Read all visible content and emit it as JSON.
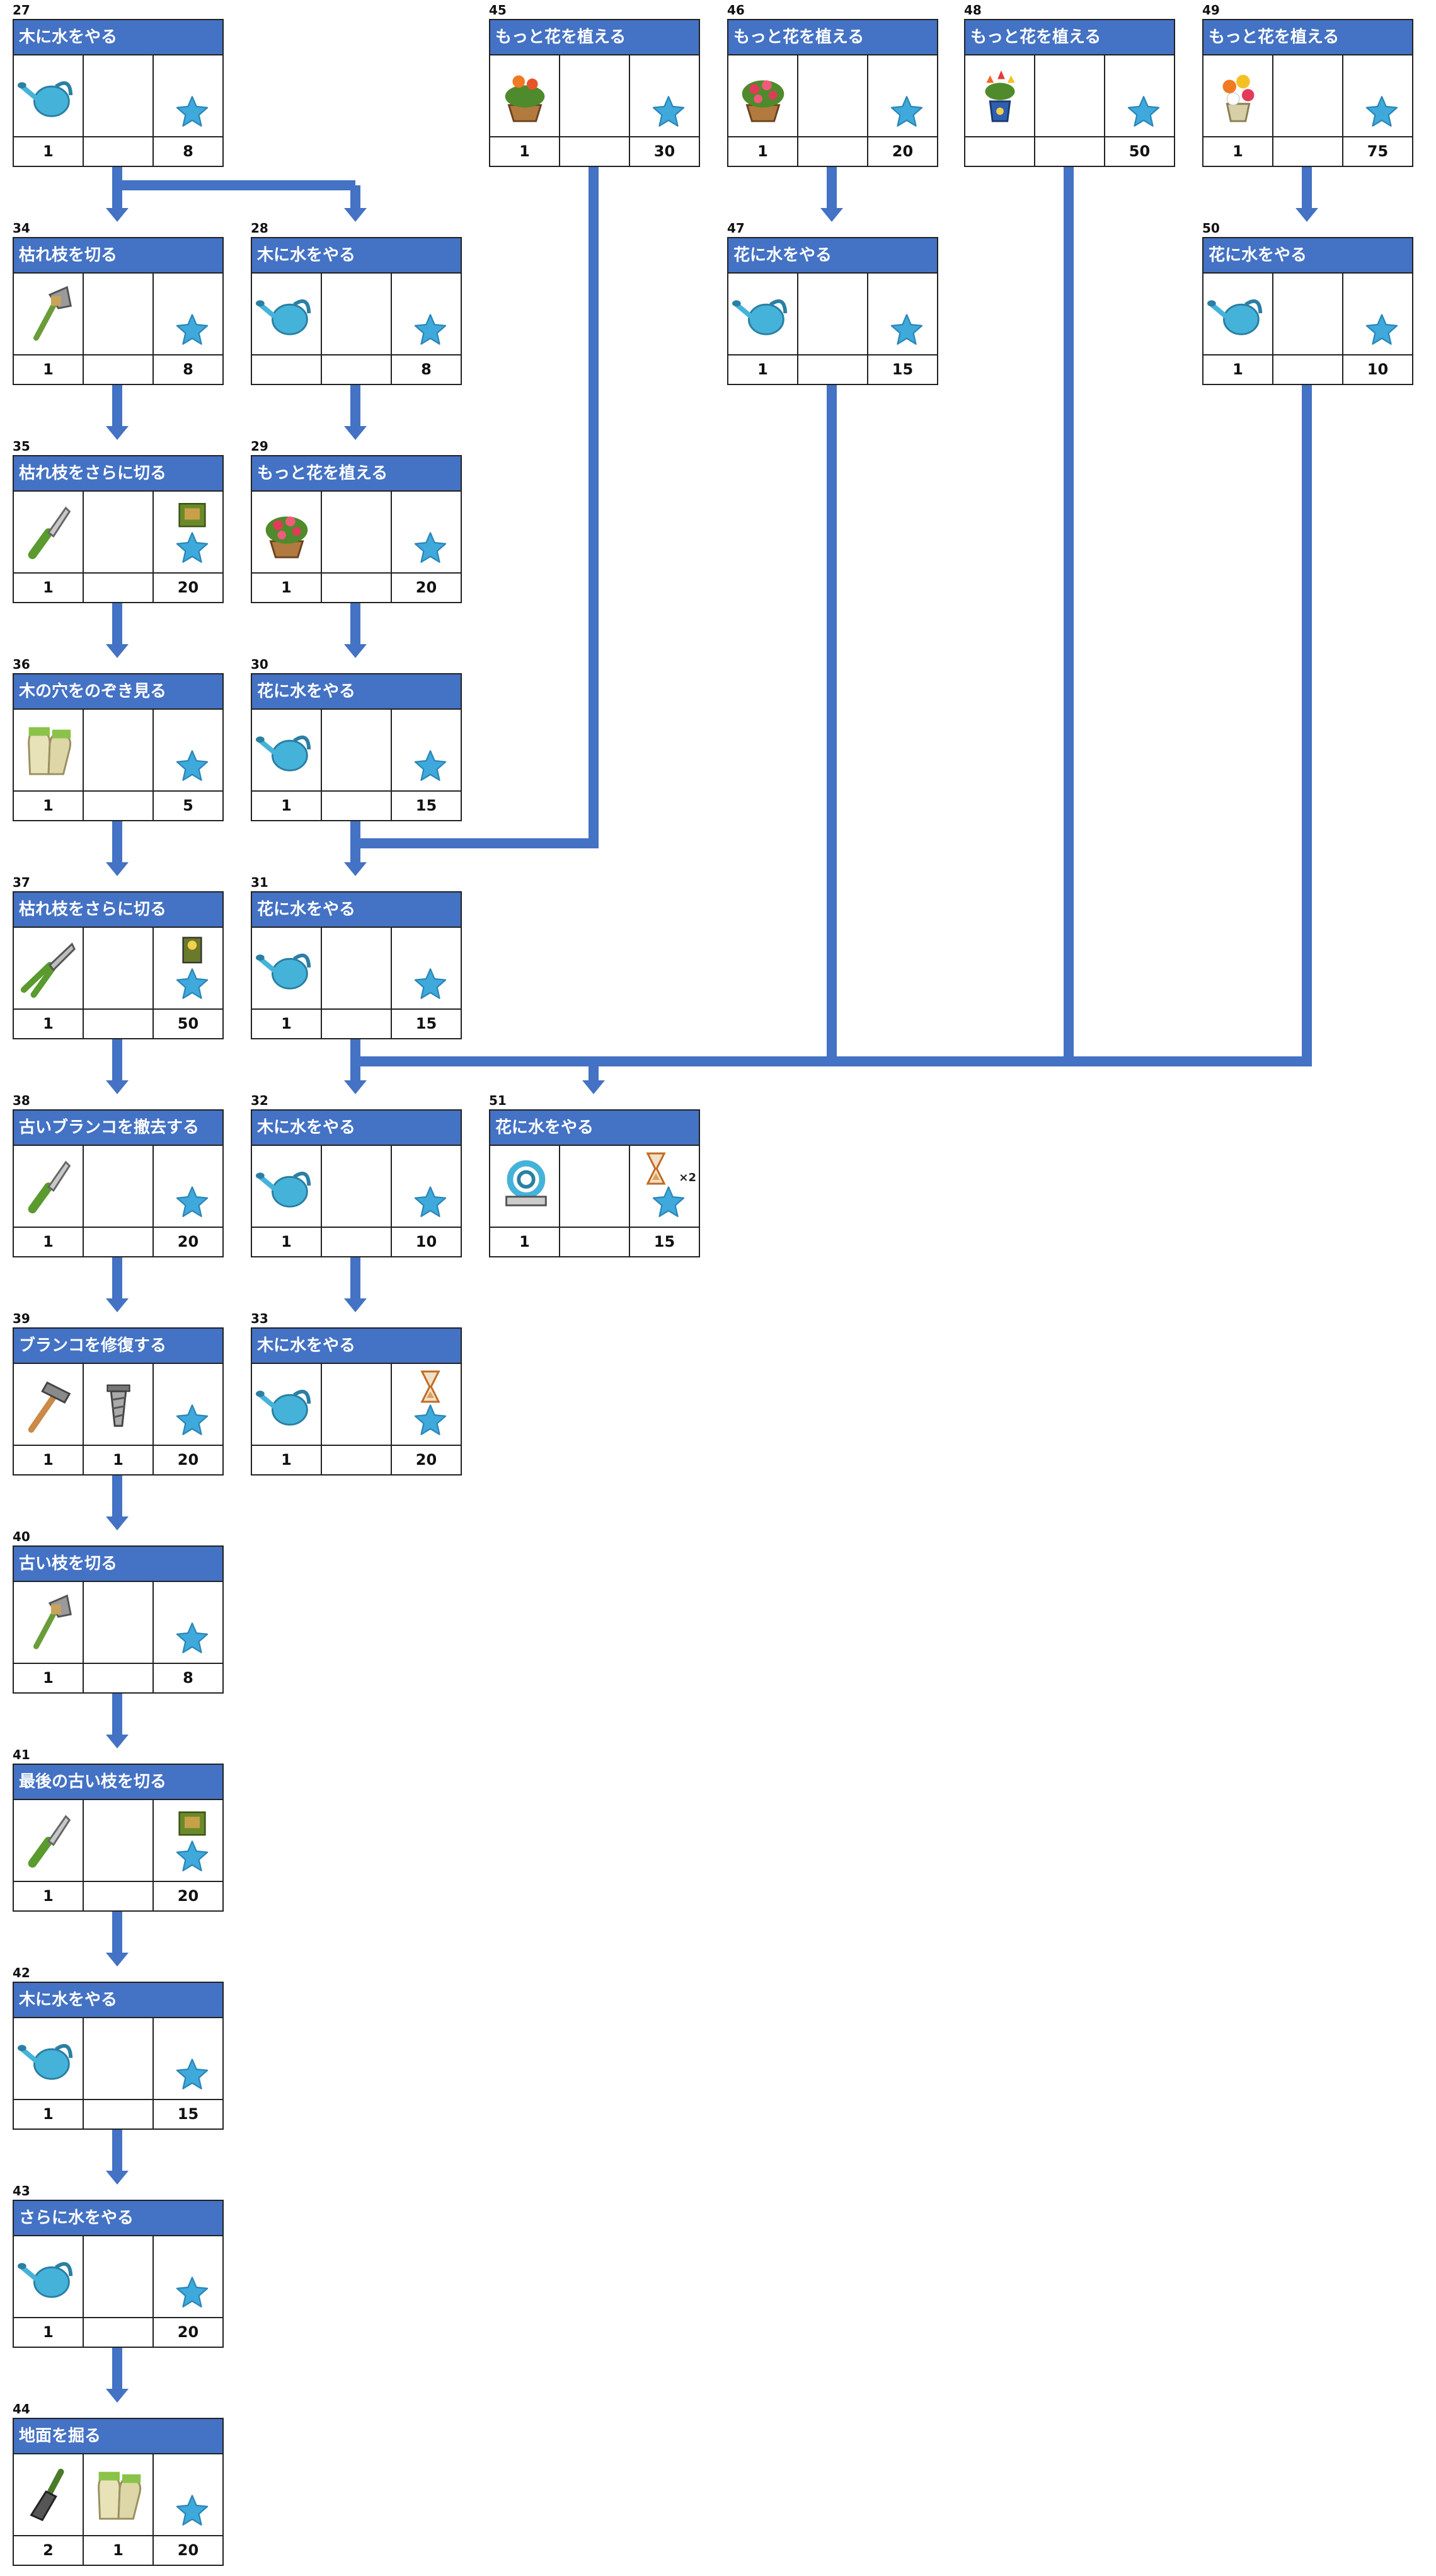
{
  "colors": {
    "header": "#4472c4",
    "connector": "#4472c4",
    "star": "#3fa9dc"
  },
  "nodes": [
    {
      "id": "27",
      "title": "木に水をやる",
      "items": [
        "watering-can",
        ""
      ],
      "counts": [
        "1",
        "",
        "8"
      ],
      "reward_extra": ""
    },
    {
      "id": "34",
      "title": "枯れ枝を切る",
      "items": [
        "axe",
        ""
      ],
      "counts": [
        "1",
        "",
        "8"
      ],
      "reward_extra": ""
    },
    {
      "id": "28",
      "title": "木に水をやる",
      "items": [
        "watering-can",
        ""
      ],
      "counts": [
        "",
        "",
        "8"
      ],
      "reward_extra": ""
    },
    {
      "id": "35",
      "title": "枯れ枝をさらに切る",
      "items": [
        "knife",
        ""
      ],
      "counts": [
        "1",
        "",
        "20"
      ],
      "reward_extra": "green-box"
    },
    {
      "id": "29",
      "title": "もっと花を植える",
      "items": [
        "flower-pot-red",
        ""
      ],
      "counts": [
        "1",
        "",
        "20"
      ],
      "reward_extra": ""
    },
    {
      "id": "36",
      "title": "木の穴をのぞき見る",
      "items": [
        "gloves",
        ""
      ],
      "counts": [
        "1",
        "",
        "5"
      ],
      "reward_extra": ""
    },
    {
      "id": "30",
      "title": "花に水をやる",
      "items": [
        "watering-can",
        ""
      ],
      "counts": [
        "1",
        "",
        "15"
      ],
      "reward_extra": ""
    },
    {
      "id": "37",
      "title": "枯れ枝をさらに切る",
      "items": [
        "pruning-shears",
        ""
      ],
      "counts": [
        "1",
        "",
        "50"
      ],
      "reward_extra": "lantern"
    },
    {
      "id": "31",
      "title": "花に水をやる",
      "items": [
        "watering-can",
        ""
      ],
      "counts": [
        "1",
        "",
        "15"
      ],
      "reward_extra": ""
    },
    {
      "id": "38",
      "title": "古いブランコを撤去する",
      "items": [
        "knife",
        ""
      ],
      "counts": [
        "1",
        "",
        "20"
      ],
      "reward_extra": ""
    },
    {
      "id": "32",
      "title": "木に水をやる",
      "items": [
        "watering-can",
        ""
      ],
      "counts": [
        "1",
        "",
        "10"
      ],
      "reward_extra": ""
    },
    {
      "id": "51",
      "title": "花に水をやる",
      "items": [
        "hose",
        ""
      ],
      "counts": [
        "1",
        "",
        "15"
      ],
      "reward_extra": "hourglass-x2"
    },
    {
      "id": "39",
      "title": "ブランコを修復する",
      "items": [
        "hammer",
        "screw"
      ],
      "counts": [
        "1",
        "1",
        "20"
      ],
      "reward_extra": ""
    },
    {
      "id": "33",
      "title": "木に水をやる",
      "items": [
        "watering-can",
        ""
      ],
      "counts": [
        "1",
        "",
        "20"
      ],
      "reward_extra": "hourglass"
    },
    {
      "id": "40",
      "title": "古い枝を切る",
      "items": [
        "axe",
        ""
      ],
      "counts": [
        "1",
        "",
        "8"
      ],
      "reward_extra": ""
    },
    {
      "id": "41",
      "title": "最後の古い枝を切る",
      "items": [
        "knife",
        ""
      ],
      "counts": [
        "1",
        "",
        "20"
      ],
      "reward_extra": "green-box"
    },
    {
      "id": "42",
      "title": "木に水をやる",
      "items": [
        "watering-can",
        ""
      ],
      "counts": [
        "1",
        "",
        "15"
      ],
      "reward_extra": ""
    },
    {
      "id": "43",
      "title": "さらに水をやる",
      "items": [
        "watering-can",
        ""
      ],
      "counts": [
        "1",
        "",
        "20"
      ],
      "reward_extra": ""
    },
    {
      "id": "44",
      "title": "地面を掘る",
      "items": [
        "trowel",
        "gloves"
      ],
      "counts": [
        "2",
        "1",
        "20"
      ],
      "reward_extra": ""
    },
    {
      "id": "45",
      "title": "もっと花を植える",
      "items": [
        "flower-pot-orange",
        ""
      ],
      "counts": [
        "1",
        "",
        "30"
      ],
      "reward_extra": ""
    },
    {
      "id": "46",
      "title": "もっと花を植える",
      "items": [
        "flower-pot-red",
        ""
      ],
      "counts": [
        "1",
        "",
        "20"
      ],
      "reward_extra": ""
    },
    {
      "id": "48",
      "title": "もっと花を植える",
      "items": [
        "flower-vase-tulip",
        ""
      ],
      "counts": [
        "",
        "",
        "50"
      ],
      "reward_extra": ""
    },
    {
      "id": "49",
      "title": "もっと花を植える",
      "items": [
        "flower-bouquet",
        ""
      ],
      "counts": [
        "1",
        "",
        "75"
      ],
      "reward_extra": ""
    },
    {
      "id": "47",
      "title": "花に水をやる",
      "items": [
        "watering-can",
        ""
      ],
      "counts": [
        "1",
        "",
        "15"
      ],
      "reward_extra": ""
    },
    {
      "id": "50",
      "title": "花に水をやる",
      "items": [
        "watering-can",
        ""
      ],
      "counts": [
        "1",
        "",
        "10"
      ],
      "reward_extra": ""
    }
  ]
}
